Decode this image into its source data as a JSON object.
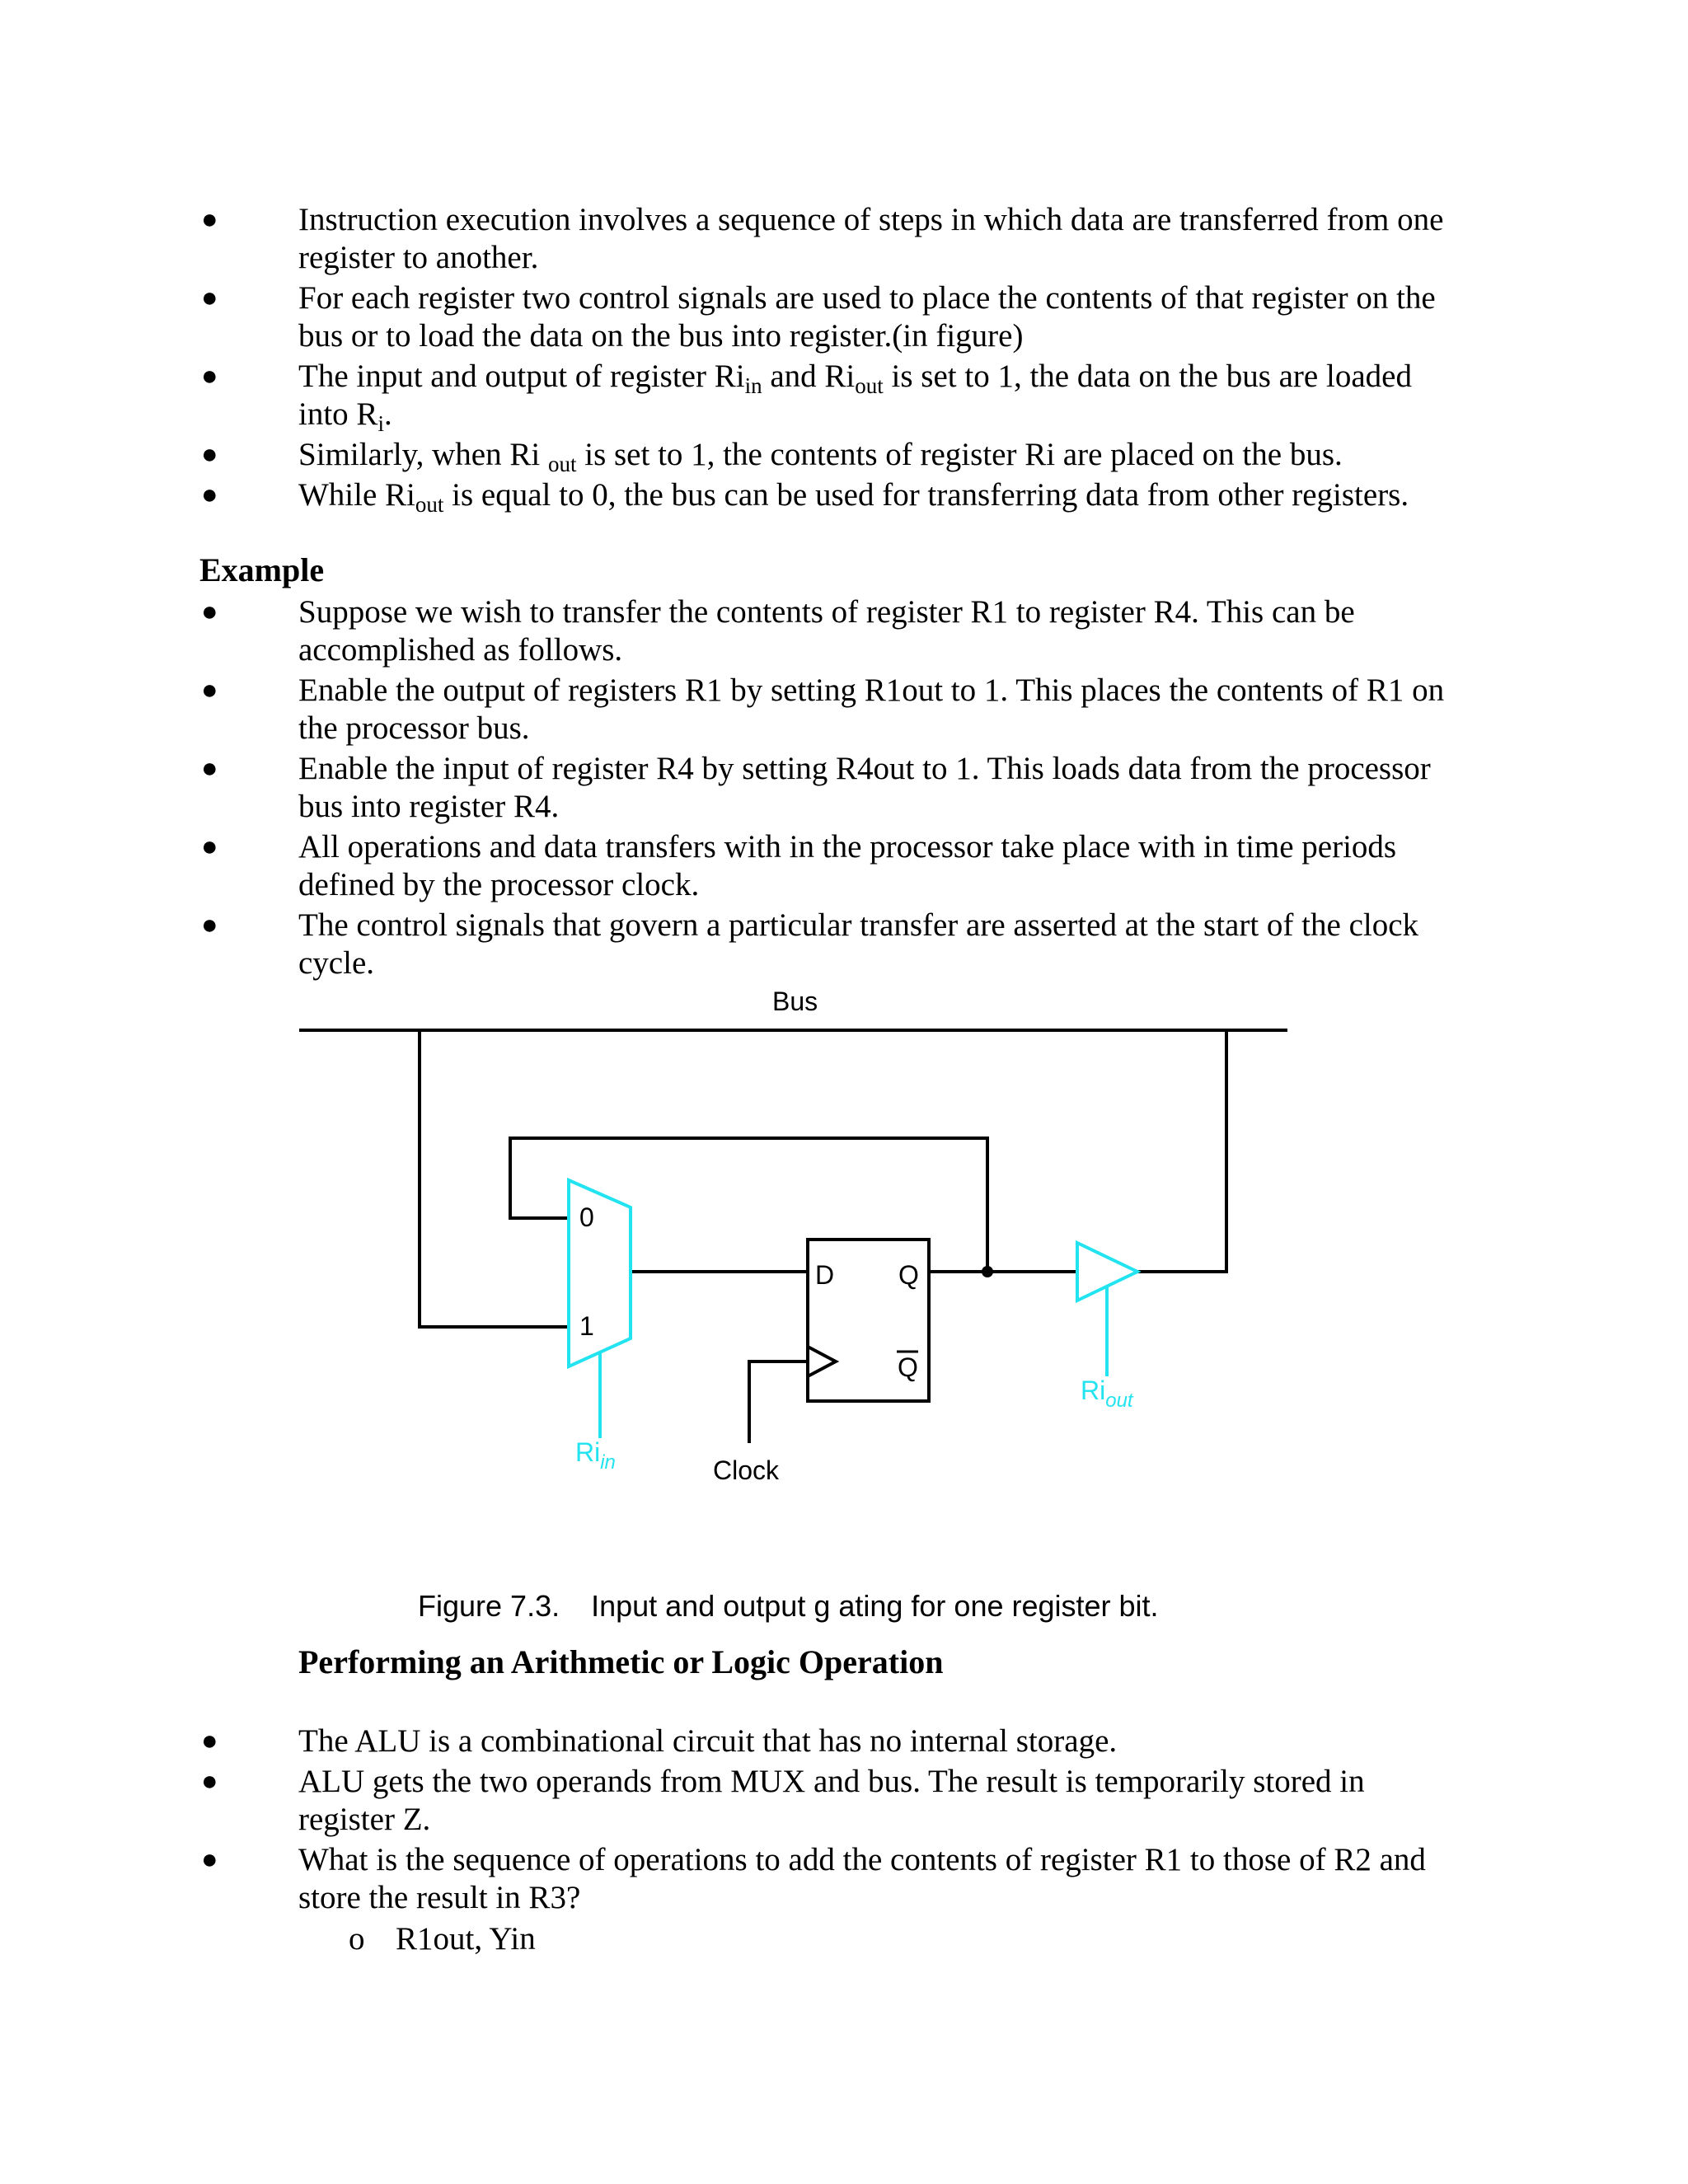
{
  "section1": {
    "bullets": [
      {
        "lines": [
          "Instruction execution involves a sequence of steps in which data are transferred from one",
          "register to another."
        ]
      },
      {
        "lines": [
          "For each register two control signals are used to place the contents of that register on the",
          "bus or to load the data on the bus into register.(in figure)"
        ]
      },
      {
        "l1_a": "The input and output of register Ri",
        "l1_sub1": "in",
        "l1_b": " and Ri",
        "l1_sub2": "out",
        "l1_c": " is set to 1, the data on the bus are loaded",
        "l2_a": "into R",
        "l2_sub": "i",
        "l2_b": "."
      },
      {
        "a": "Similarly, when Ri ",
        "sub": "out",
        "b": " is set to 1, the contents of register Ri are placed on the bus."
      },
      {
        "a": "While Ri",
        "sub": "out",
        "b": " is equal to 0, the bus can be used for transferring data from other registers."
      }
    ]
  },
  "example": {
    "heading": "Example",
    "bullets": [
      [
        "Suppose we wish to transfer the contents of register R1 to register R4. This can be",
        "accomplished as follows."
      ],
      [
        "Enable the output of registers R1 by setting R1out to 1. This places the contents of R1 on",
        "the processor bus."
      ],
      [
        "Enable the input of register R4 by setting R4out to 1. This loads data from the processor",
        "bus into register R4."
      ],
      [
        "All operations and data transfers with in the processor take place with in time periods",
        "defined by the processor clock."
      ],
      [
        "The control signals that govern a particular transfer are asserted at the start of the clock",
        "cycle."
      ]
    ]
  },
  "figure": {
    "bus_label": "Bus",
    "mux_in0": "0",
    "mux_in1": "1",
    "ff_d": "D",
    "ff_q": "Q",
    "ff_qbar": "Q",
    "clock_label": "Clock",
    "riin_main": "Ri",
    "riin_sub": "in",
    "riout_main": "Ri",
    "riout_sub": "out",
    "control_color": "#22e3f0",
    "caption_number": "Figure 7.3.",
    "caption_text": "Input and output g ating for one register bit."
  },
  "section2": {
    "heading": "Performing an Arithmetic or Logic Operation",
    "bullets": [
      [
        "The ALU is a combinational circuit that has no internal storage."
      ],
      [
        "ALU gets the two operands from MUX and bus. The result is temporarily stored in",
        "register Z."
      ],
      [
        "What is the sequence of operations to add the contents of register R1 to those of R2 and",
        "store the result in R3?"
      ]
    ],
    "sub_item": "R1out, Yin",
    "sub_marker": "o"
  },
  "bullet_glyph": "●"
}
